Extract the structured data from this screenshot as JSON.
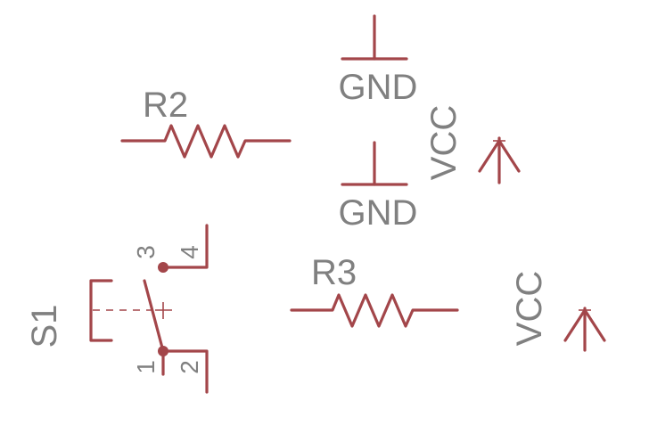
{
  "labels": {
    "r2": "R2",
    "r3": "R3",
    "gnd_top": "GND",
    "gnd_bottom": "GND",
    "vcc_top": "VCC",
    "vcc_bottom": "VCC",
    "s1": "S1",
    "pin1": "1",
    "pin2": "2",
    "pin3": "3",
    "pin4": "4"
  },
  "colors": {
    "wire": "#a3464a",
    "text": "#808080",
    "background": "#ffffff"
  }
}
